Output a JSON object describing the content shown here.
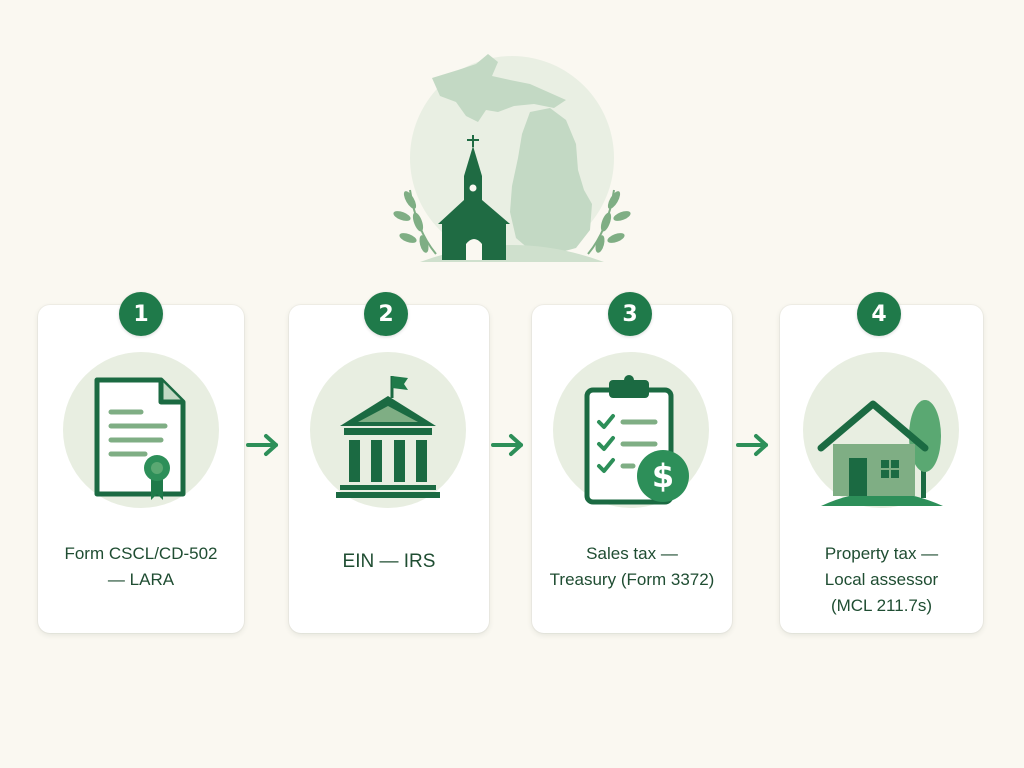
{
  "colors": {
    "primary": "#1f7a4a",
    "dark": "#1b5e3a",
    "light_circle": "#e8eee1",
    "pale": "#c3d9c4",
    "background": "#faf8f1"
  },
  "hero": {
    "icon": "church-on-michigan-map-icon"
  },
  "steps": [
    {
      "number": "1",
      "icon": "certificate-document-icon",
      "lines": [
        "Form CSCL/CD-502",
        "— LARA"
      ]
    },
    {
      "number": "2",
      "icon": "government-building-icon",
      "lines": [
        "EIN — IRS"
      ]
    },
    {
      "number": "3",
      "icon": "clipboard-checklist-dollar-icon",
      "lines": [
        "Sales tax —",
        "Treasury (Form 3372)"
      ]
    },
    {
      "number": "4",
      "icon": "house-tree-icon",
      "lines": [
        "Property tax —",
        "Local assessor",
        "(MCL 211.7s)"
      ]
    }
  ]
}
